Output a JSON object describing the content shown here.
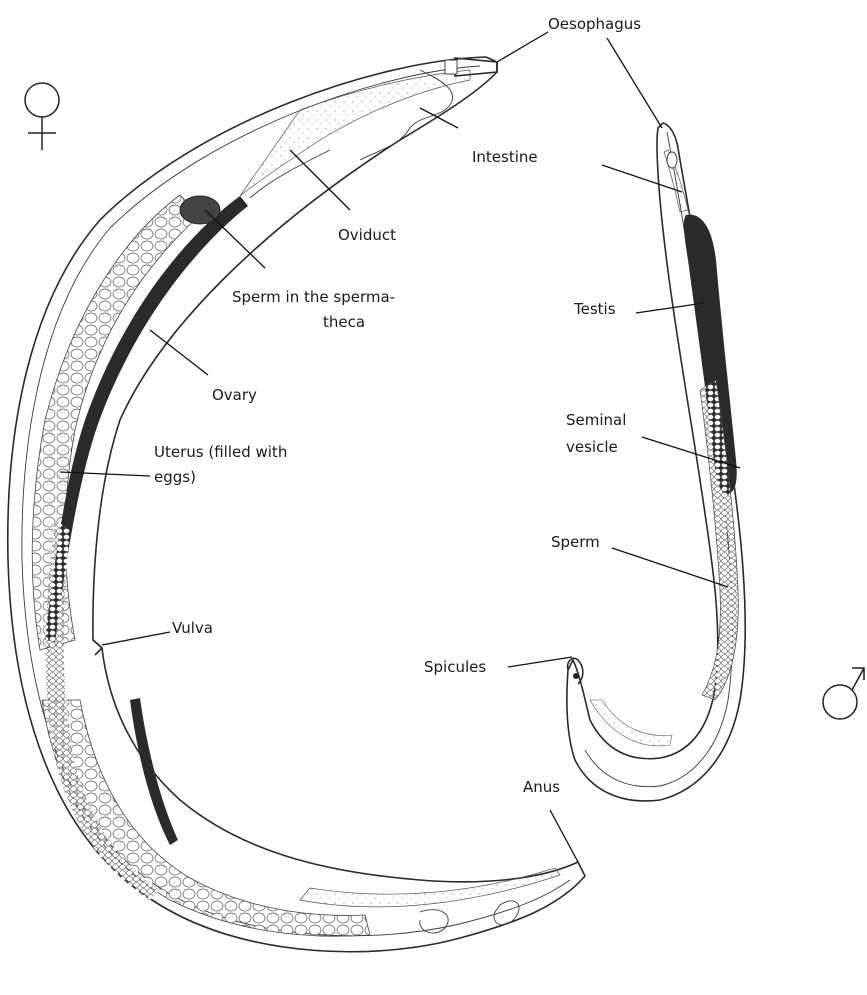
{
  "symbols": {
    "female": "♀",
    "male": "♂"
  },
  "labels": {
    "oesophagus": "Oesophagus",
    "intestine": "Intestine",
    "oviduct": "Oviduct",
    "sperm_spermatheca_line1": "Sperm in the sperma-",
    "sperm_spermatheca_line2": "theca",
    "ovary": "Ovary",
    "uterus_line1": "Uterus (filled with",
    "uterus_line2": "eggs)",
    "vulva": "Vulva",
    "anus": "Anus",
    "testis": "Testis",
    "seminal_vesicle_line1": "Seminal",
    "seminal_vesicle_line2": "vesicle",
    "sperm": "Sperm",
    "spicules": "Spicules"
  },
  "colors": {
    "ink": "#2a2a2a",
    "gonad": "#2b2b2b",
    "background": "#ffffff"
  }
}
